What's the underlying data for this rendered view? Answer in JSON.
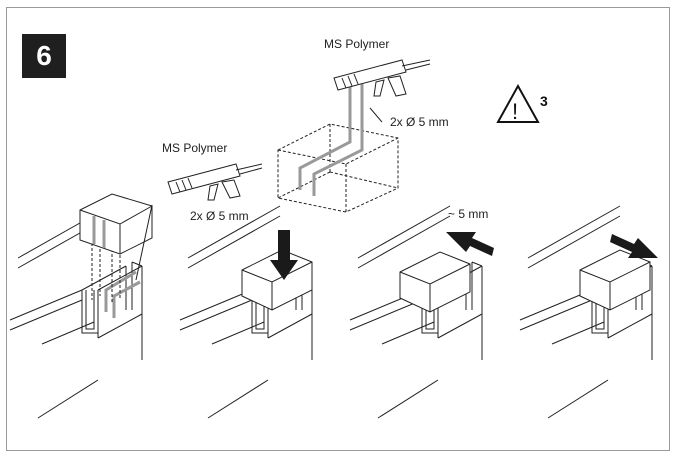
{
  "step": {
    "number": "6"
  },
  "labels": {
    "material_top": "MS Polymer",
    "material_left": "MS Polymer",
    "bead_top": "2x Ø 5 mm",
    "bead_left": "2x Ø 5 mm",
    "shift": "~ 5 mm"
  },
  "warning": {
    "icon": "warning-triangle-icon",
    "symbol": "!",
    "ref": "3"
  }
}
